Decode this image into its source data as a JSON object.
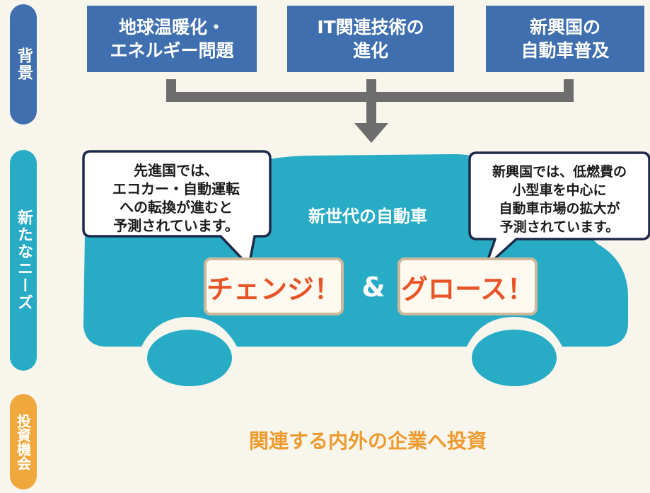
{
  "colors": {
    "background": "#f8f5ec",
    "blue": "#3f6faf",
    "teal": "#28acc6",
    "orange": "#f0a73c",
    "arrow_gray": "#6d6d6d",
    "accent_red": "#e85427"
  },
  "side_labels": {
    "background": "背景",
    "new_needs": "新たなニーズ",
    "investment": "投資機会"
  },
  "background_boxes": [
    "地球温暖化・\nエネルギー問題",
    "IT関連技術の\n進化",
    "新興国の\n自動車普及"
  ],
  "car": {
    "title": "新世代の自動車",
    "left_bubble": "先進国では、\nエコカー・自動運転\nへの転換が進むと\n予測されています。",
    "right_bubble": "新興国では、低燃費の\n小型車を中心に\n自動車市場の拡大が\n予測されています。",
    "change": "チェンジ！",
    "ampersand": "&",
    "growth": "グロース！"
  },
  "investment_text": "関連する内外の企業へ投資",
  "icons": {
    "merge_arrow": "down-arrow-icon",
    "car": "car-silhouette-icon"
  }
}
